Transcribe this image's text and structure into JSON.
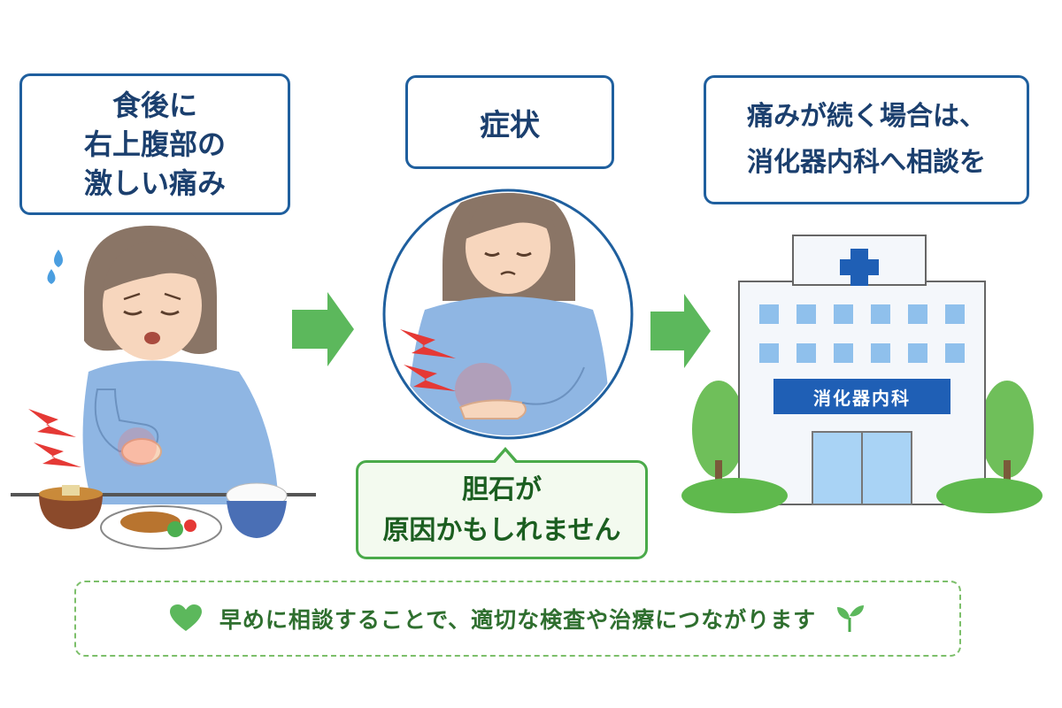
{
  "step1": {
    "lines": [
      "食後に",
      "右上腹部の",
      "激しい痛み"
    ]
  },
  "step2": {
    "title": "症状"
  },
  "step3": {
    "lines": [
      "痛みが続く場合は、",
      "消化器内科へ相談を"
    ]
  },
  "cause": {
    "lines": [
      "胆石が",
      "原因かもしれません"
    ]
  },
  "hospital": {
    "sign": "消化器内科"
  },
  "footer": {
    "message": "早めに相談することで、適切な検査や治療につながります"
  },
  "icons": [
    "heart-icon",
    "sprout-icon",
    "arrow-right-icon",
    "lightning-icon",
    "sweat-drop-icon",
    "hospital-cross-icon"
  ],
  "colors": {
    "blue": "#1f5f9e",
    "green": "#5cb85c",
    "lightning": "#e53935",
    "shirt": "#8fb6e3"
  }
}
